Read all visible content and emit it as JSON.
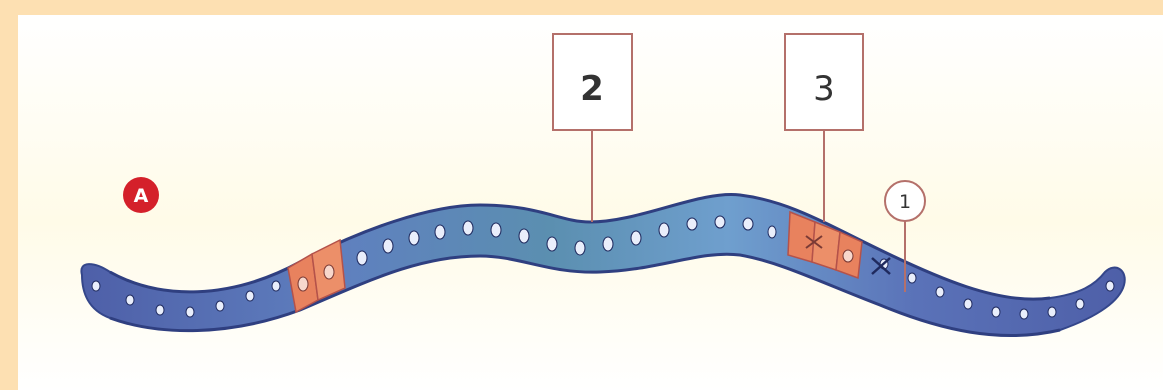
{
  "figure": {
    "panel_badge": "A",
    "labels": {
      "box_2": "2",
      "box_3": "3",
      "circle_1": "1"
    },
    "colors": {
      "background": "#fde0b2",
      "badge": "#d4202a",
      "cell_blue_dark": "#4e5fa8",
      "cell_blue_light": "#6f9fce",
      "cell_teal": "#5b8fb0",
      "cell_orange": "#e8825e",
      "label_line": "#b4706a"
    }
  }
}
